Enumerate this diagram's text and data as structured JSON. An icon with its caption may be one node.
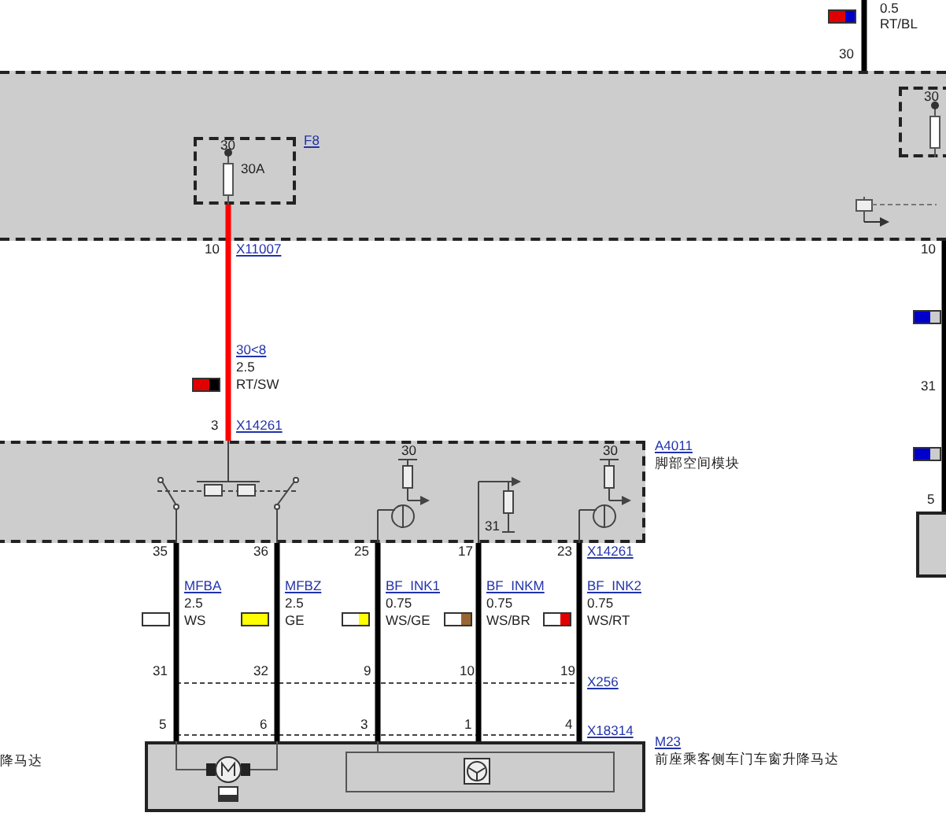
{
  "diagram": {
    "nodes": [
      {
        "text": [],
        "shape": "box"
      },
      {
        "text": [
          "F8",
          "30A"
        ],
        "in": 0
      },
      {
        "text": [],
        "shape": "box",
        "in": 0
      },
      {
        "text": [
          "A4011",
          "脚部空间模块"
        ]
      },
      {
        "text": [
          "M23",
          "前座乘客侧车门车窗升降马达"
        ]
      },
      {
        "text": [],
        "shape": "box"
      }
    ],
    "edges": [
      {
        "from": 1,
        "to": 3,
        "arrow": "none",
        "color": "#ff0000"
      },
      {
        "from": 3,
        "to": 4,
        "arrow": "none"
      },
      {
        "from": 3,
        "to": 4,
        "arrow": "none"
      },
      {
        "from": 3,
        "to": 4,
        "arrow": "none"
      },
      {
        "from": 3,
        "to": 4,
        "arrow": "none"
      },
      {
        "from": 3,
        "to": 4,
        "arrow": "none"
      },
      {
        "from": null,
        "to": 0,
        "arrow": "none"
      },
      {
        "from": 0,
        "to": 5,
        "arrow": "none"
      }
    ],
    "labels": [
      "0.5",
      "RT/BL",
      "30",
      "30",
      "30",
      "10",
      "X11007",
      "10",
      "30<8",
      "2.5",
      "RT/SW",
      "31",
      "3",
      "X14261",
      "30",
      "30",
      "31",
      "35",
      "36",
      "25",
      "17",
      "23",
      "X14261",
      "MFBA",
      "2.5",
      "WS",
      "MFBZ",
      "2.5",
      "GE",
      "BF_INK1",
      "0.75",
      "WS/GE",
      "BF_INKM",
      "0.75",
      "WS/BR",
      "BF_INK2",
      "0.75",
      "WS/RT",
      "5",
      "31",
      "32",
      "9",
      "10",
      "19",
      "X256",
      "5",
      "6",
      "3",
      "1",
      "4",
      "X18314",
      "降马达"
    ]
  }
}
